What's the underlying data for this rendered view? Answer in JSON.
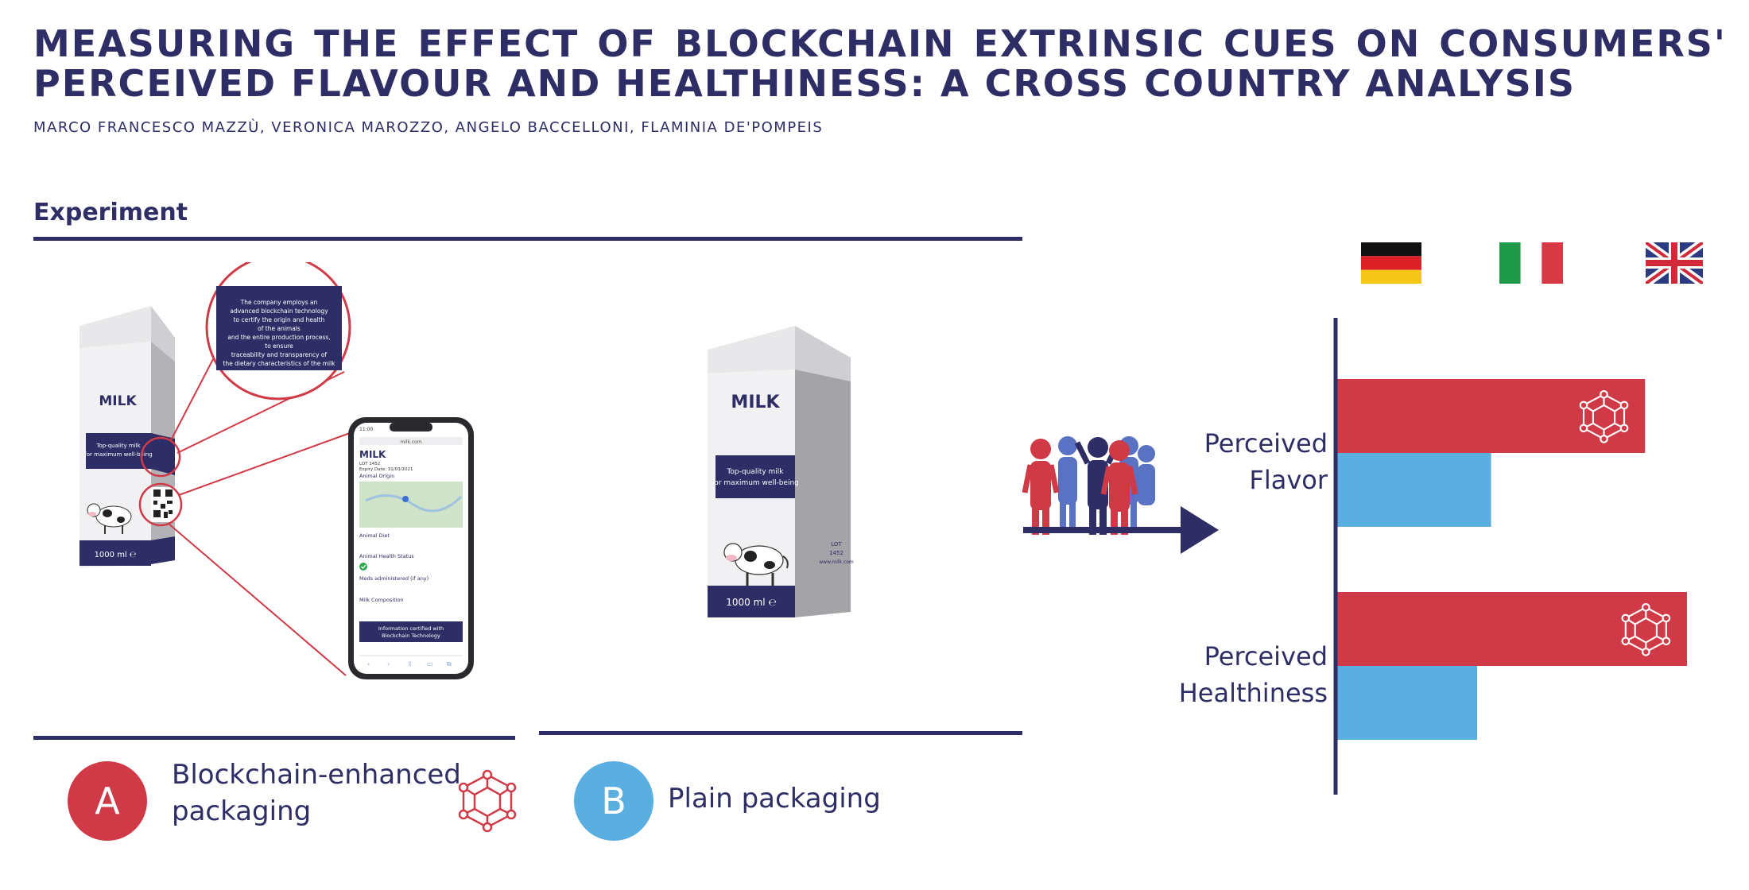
{
  "header": {
    "title_line1": "MEASURING THE EFFECT OF BLOCKCHAIN EXTRINSIC CUES ON CONSUMERS'",
    "title_line2": "PERCEIVED FLAVOUR AND HEALTHINESS: A CROSS COUNTRY ANALYSIS",
    "authors": "MARCO FRANCESCO MAZZÙ, VERONICA MAROZZO, ANGELO BACCELLONI, FLAMINIA DE'POMPEIS"
  },
  "section_title": "Experiment",
  "carton": {
    "brand": "MILK",
    "tagline_1": "Top-quality milk",
    "tagline_2": "for maximum well-being",
    "volume": "1000 ml ℮"
  },
  "carton_b_side": {
    "line1": "LOT",
    "line2": "1452",
    "line3": "www.milk.com"
  },
  "callout": {
    "lines": [
      "The company employs an",
      "advanced blockchain technology",
      "to certify the origin and health",
      "of the animals",
      "and the entire production process,",
      "to ensure",
      "traceability and transparency of",
      "the dietary characteristics of the milk"
    ]
  },
  "phone": {
    "time": "11:00",
    "url": "milk.com",
    "brand": "MILK",
    "lot": "LOT 1452",
    "expiry": "Expiry Date: 31/03/2021",
    "origin": "Animal Origin",
    "diet": "Animal Diet",
    "health": "Animal Health Status",
    "meds": "Meds administered (if any)",
    "composition": "Milk Composition",
    "button_1": "Information certified with",
    "button_2": "Blockchain Technology"
  },
  "conditions": {
    "a_letter": "A",
    "a_label_1": "Blockchain-enhanced",
    "a_label_2": "packaging",
    "b_letter": "B",
    "b_label": "Plain packaging"
  },
  "colors": {
    "navy": "#2e2d66",
    "red": "#d03a47",
    "blue": "#5aaee0",
    "carton_grey": "#a3a3a8"
  },
  "countries": [
    "germany-flag",
    "italy-flag",
    "uk-flag"
  ],
  "chart_data": {
    "type": "bar",
    "orientation": "horizontal",
    "categories": [
      "Perceived Flavor",
      "Perceived Healthiness"
    ],
    "category_lines": [
      [
        "Perceived",
        "Flavor"
      ],
      [
        "Perceived",
        "Healthiness"
      ]
    ],
    "series": [
      {
        "condition": "A",
        "color": "#d03a47",
        "values": [
          0.88,
          1.0
        ]
      },
      {
        "condition": "B",
        "color": "#5aaee0",
        "values": [
          0.44,
          0.4
        ]
      }
    ],
    "axis_ticks": false,
    "grid": false
  }
}
